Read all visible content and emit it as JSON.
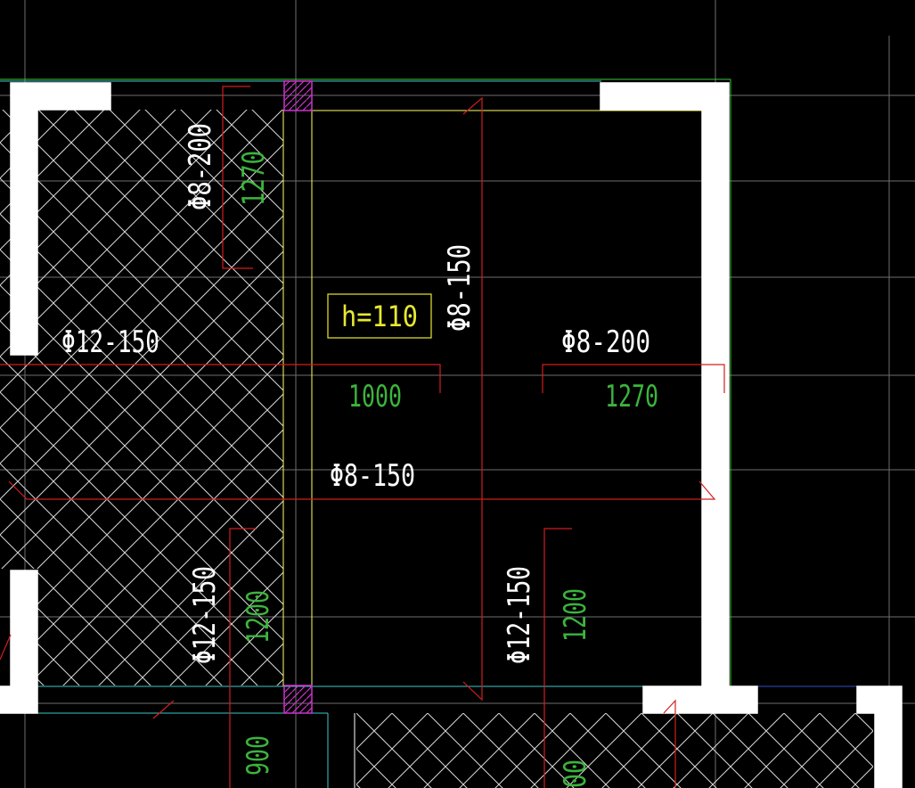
{
  "drawing": {
    "box_label": "h=110",
    "labels": {
      "rebar_top_left_vertical": "Φ8-200",
      "len_top_left_vertical": "1270",
      "rebar_center_vertical": "Φ8-150",
      "rebar_left_horizontal": "Φ12-150",
      "rebar_right_horizontal": "Φ8-200",
      "len_left_horizontal": "1000",
      "len_right_horizontal": "1270",
      "rebar_middle_horizontal": "Φ8-150",
      "rebar_bottom_left_vertical": "Φ12-150",
      "len_bottom_left_vertical": "1200",
      "rebar_bottom_right_vertical": "Φ12-150",
      "len_bottom_right_vertical": "1200",
      "len_cut_left": "900",
      "len_cut_right": "00"
    }
  },
  "colors": {
    "background": "#000000",
    "wall": "#ffffff",
    "rebar_line": "#d21e1e",
    "rebar_text": "#ffffff",
    "dimension_text": "#3cb43c",
    "slab_edge": "#ffff66",
    "column": "#cc33cc",
    "grid": "#6e6e6e",
    "cyan_line": "#3cc8c8",
    "green_line": "#3cc83c",
    "label_box": "#e8e830"
  }
}
